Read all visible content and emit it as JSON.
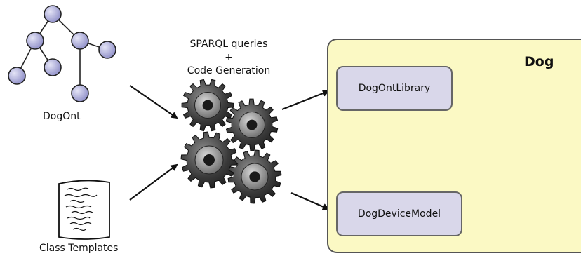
{
  "dogont": {
    "label": "DogOnt"
  },
  "templates": {
    "label": "Class Templates"
  },
  "process": {
    "line1": "SPARQL queries",
    "line2": "+",
    "line3": "Code Generation"
  },
  "dog": {
    "title": "Dog",
    "modules": [
      "DogOntLibrary",
      "DogDeviceModel"
    ]
  },
  "colors": {
    "node_fill": "#a9a9d8",
    "panel_fill": "#fbf9c4",
    "module_fill": "#d9d7ea",
    "gear": "#4a4a4a"
  }
}
